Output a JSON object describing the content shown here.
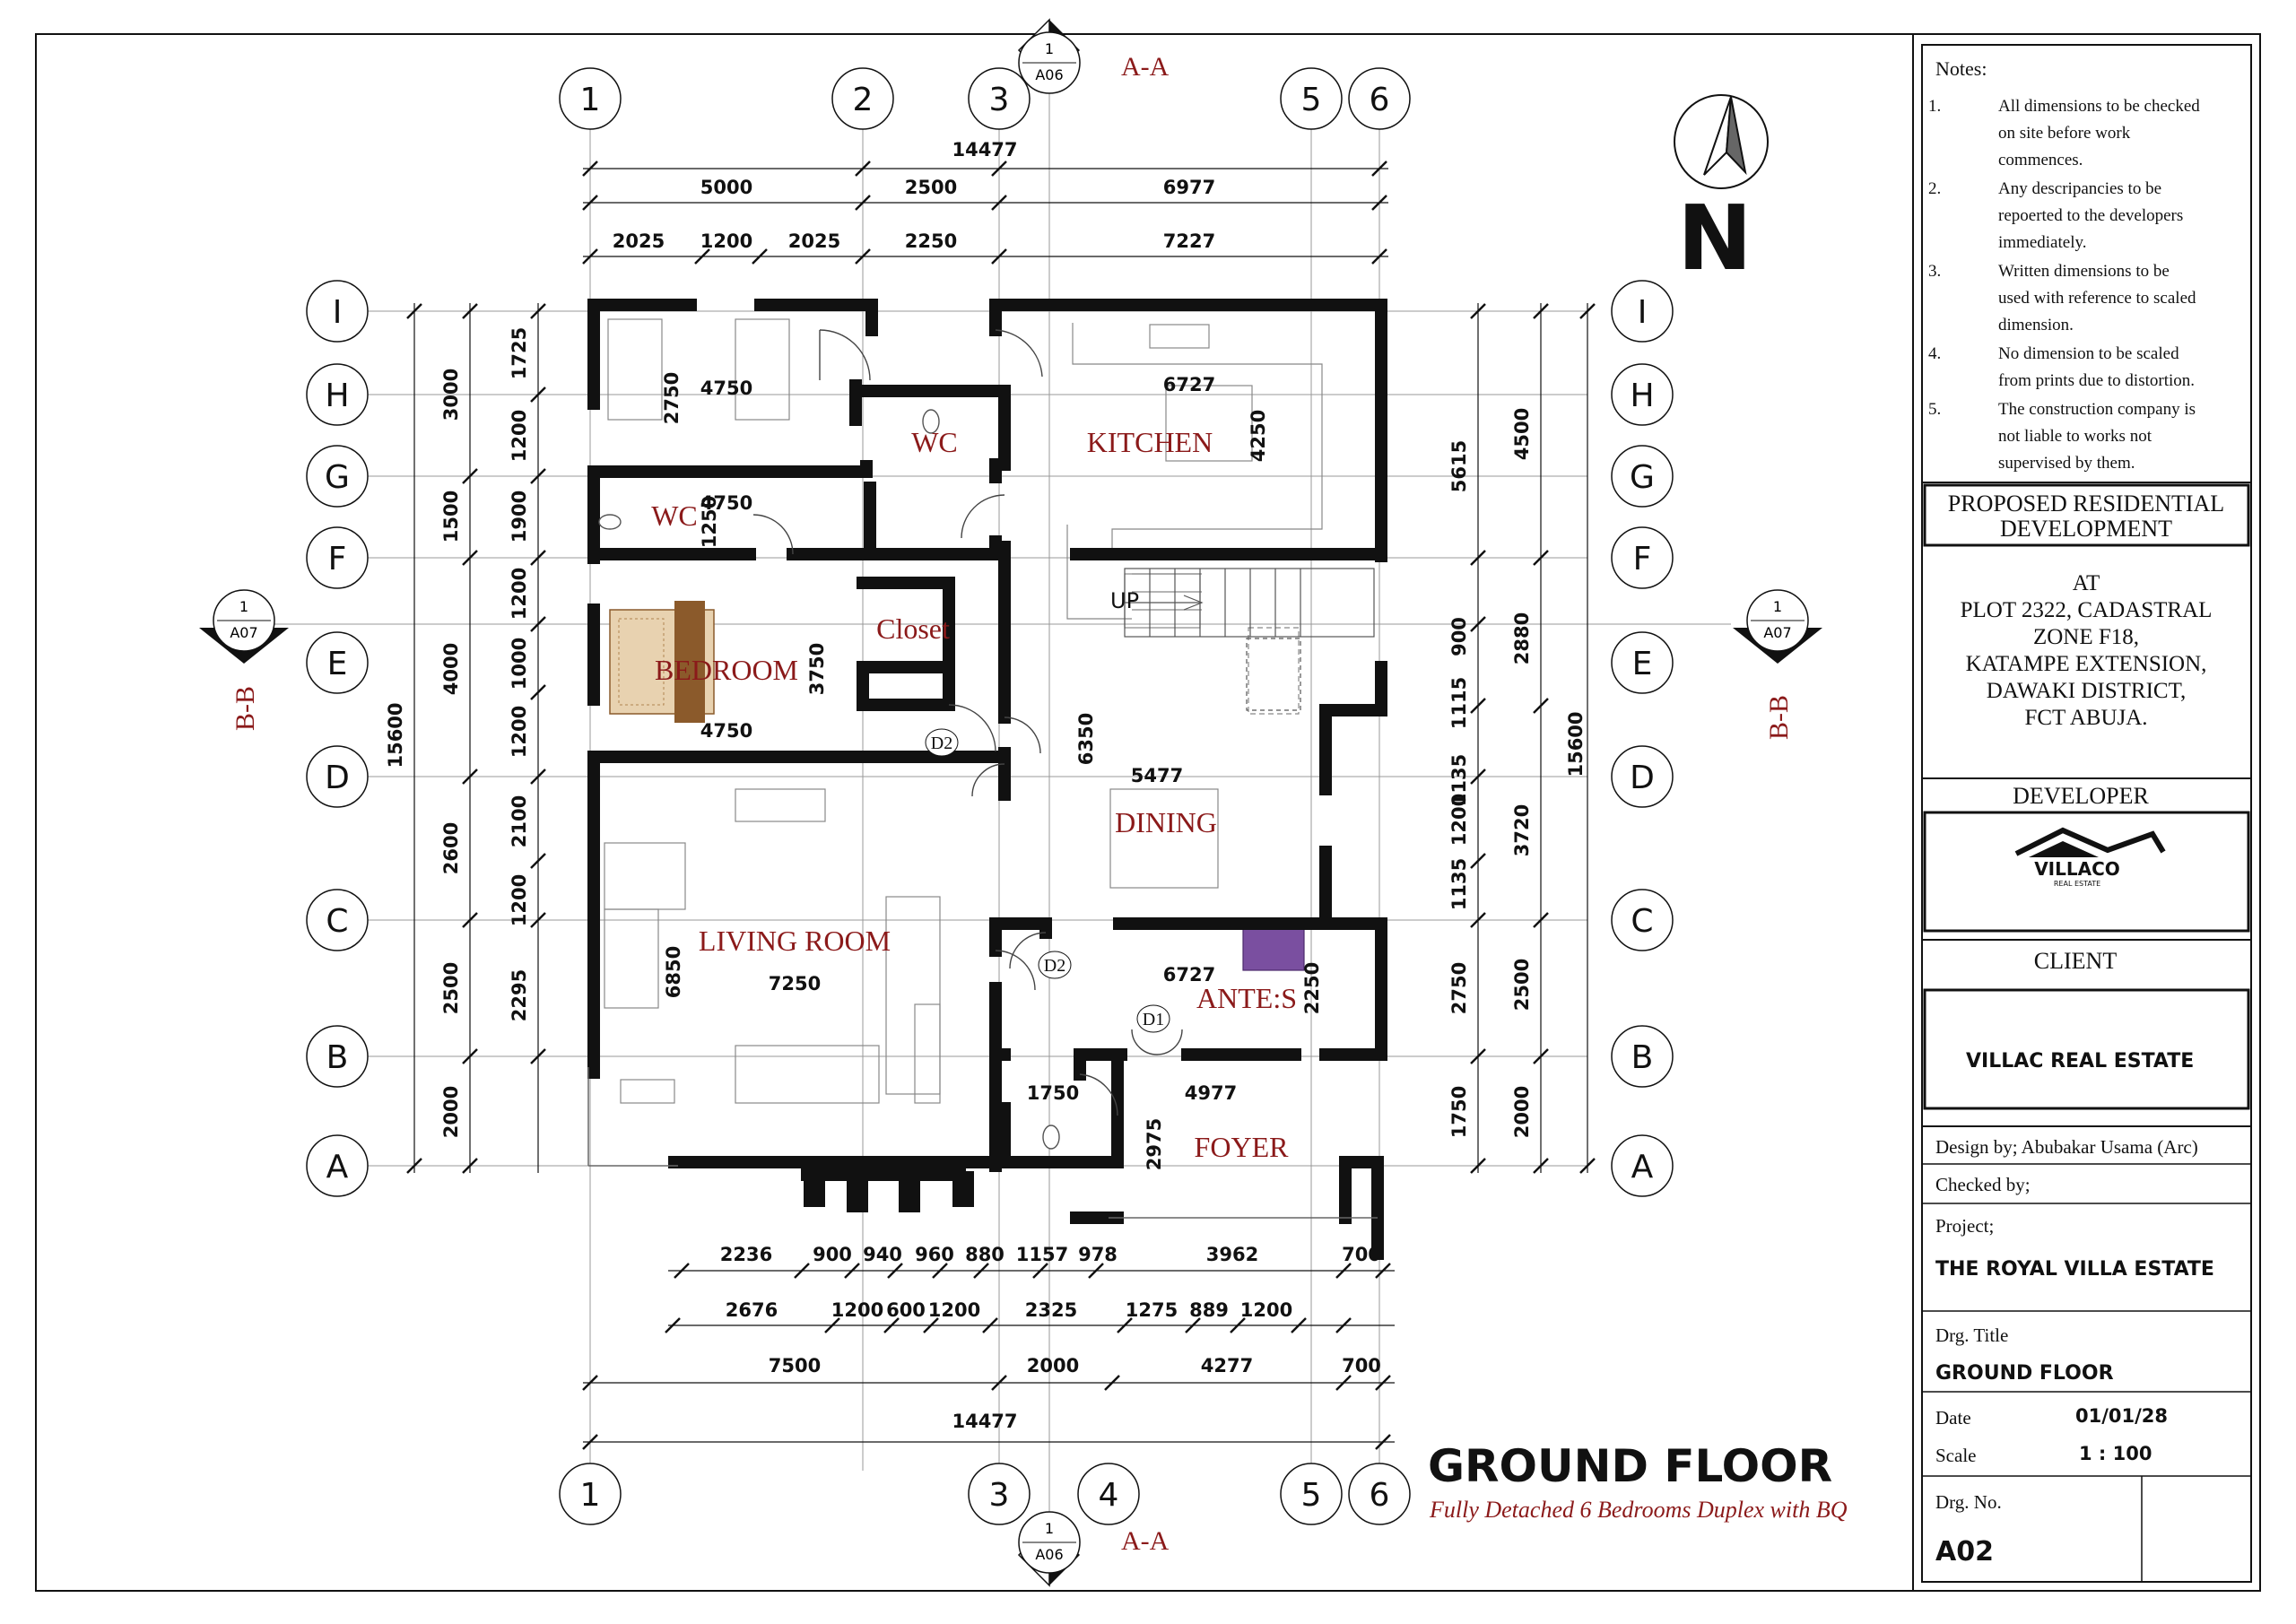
{
  "grid": {
    "columns_top": [
      "1",
      "2",
      "3",
      "5",
      "6"
    ],
    "columns_bottom": [
      "1",
      "3",
      "4",
      "5",
      "6"
    ],
    "rows_left": [
      "I",
      "H",
      "G",
      "F",
      "E",
      "D",
      "C",
      "B",
      "A"
    ],
    "rows_right": [
      "I",
      "H",
      "G",
      "F",
      "E",
      "D",
      "C",
      "B",
      "A"
    ]
  },
  "section_markers": {
    "top": {
      "num": "1",
      "sheet": "A06",
      "label": "A-A"
    },
    "bottom": {
      "num": "1",
      "sheet": "A06",
      "label": "A-A"
    },
    "left": {
      "num": "1",
      "sheet": "A07",
      "label": "B-B"
    },
    "right": {
      "num": "1",
      "sheet": "A07",
      "label": "B-B"
    }
  },
  "north": {
    "letter": "N"
  },
  "dims_top": {
    "overall": "14477",
    "row1": [
      "5000",
      "2500",
      "6977"
    ],
    "row2": [
      "2025",
      "1200",
      "2025",
      "2250",
      "7227"
    ]
  },
  "dims_bottom": {
    "row1": [
      "2236",
      "900",
      "940",
      "960",
      "880",
      "1157",
      "978",
      "3962",
      "700"
    ],
    "row2": [
      "2676",
      "1200",
      "600",
      "1200",
      "2325",
      "1275",
      "889",
      "1200"
    ],
    "row3": [
      "7500",
      "2000",
      "4277",
      "700"
    ],
    "overall": "14477"
  },
  "dims_left": {
    "overall": "15600",
    "outer": [
      "3000",
      "1500",
      "4000",
      "2600",
      "2500",
      "2000"
    ],
    "inner": [
      "1725",
      "1200",
      "1900",
      "1200",
      "1000",
      "1200",
      "2100",
      "1200",
      "2295"
    ]
  },
  "dims_right": {
    "overall": "15600",
    "outer": [
      "4500",
      "2880",
      "3720",
      "2500",
      "2000"
    ],
    "mid": [
      "5615",
      "900",
      "1115",
      "1135",
      "1200",
      "1135",
      "2750",
      "1750"
    ]
  },
  "interior_dims": {
    "bed1_w": "4750",
    "bed1_h": "2750",
    "wc_w": "4750",
    "wc_h": "1250",
    "bed2_w": "4750",
    "bed2_h": "3750",
    "kitchen_w": "6727",
    "kitchen_h": "4250",
    "dining_w": "5477",
    "dining_h": "6350",
    "living_w": "7250",
    "living_h": "6850",
    "antes_w": "6727",
    "antes_h": "2250",
    "foyer_w": "4977",
    "foyer_h": "2975",
    "wc3_w": "1750"
  },
  "rooms": {
    "wc_top": "WC",
    "kitchen": "KITCHEN",
    "wc_left": "WC",
    "closet": "Closet",
    "bedroom": "BEDROOM",
    "dining": "DINING",
    "living": "LIVING ROOM",
    "antes": "ANTE:S",
    "foyer": "FOYER",
    "up": "UP",
    "door_d2a": "D2",
    "door_d2b": "D2",
    "door_d1": "D1"
  },
  "drawing_title": {
    "title": "GROUND FLOOR",
    "subtitle": "Fully Detached 6 Bedrooms Duplex with BQ"
  },
  "title_block": {
    "notes_label": "Notes:",
    "notes": [
      {
        "n": "1.",
        "lines": [
          "All dimensions to be checked",
          "on site before work",
          "commences."
        ]
      },
      {
        "n": "2.",
        "lines": [
          "Any descripancies to be",
          "repoerted to the developers",
          "immediately."
        ]
      },
      {
        "n": "3.",
        "lines": [
          "Written dimensions to be",
          "used with reference to scaled",
          "dimension."
        ]
      },
      {
        "n": "4.",
        "lines": [
          "No dimension to be scaled",
          "from prints due to distortion."
        ]
      },
      {
        "n": "5.",
        "lines": [
          "The construction company is",
          "not liable to works not",
          "supervised by them."
        ]
      }
    ],
    "project_heading": [
      "PROPOSED RESIDENTIAL",
      "DEVELOPMENT"
    ],
    "location": [
      "AT",
      "PLOT 2322, CADASTRAL",
      "ZONE F18,",
      "KATAMPE EXTENSION,",
      "DAWAKI DISTRICT,",
      "FCT ABUJA."
    ],
    "developer_label": "DEVELOPER",
    "developer_logo_text": "VILLACO",
    "developer_logo_sub": "REAL ESTATE",
    "client_label": "CLIENT",
    "client_name": "VILLAC REAL ESTATE",
    "design_by": "Design by;  Abubakar Usama (Arc)",
    "checked_by": "Checked by;",
    "project_label": "Project;",
    "project_name": "THE ROYAL VILLA ESTATE",
    "drg_title_label": "Drg. Title",
    "drg_title": "GROUND FLOOR",
    "date_label": "Date",
    "date_value": "01/01/28",
    "scale_label": "Scale",
    "scale_value": "1 : 100",
    "drg_no_label": "Drg. No.",
    "drg_no": "A02"
  }
}
